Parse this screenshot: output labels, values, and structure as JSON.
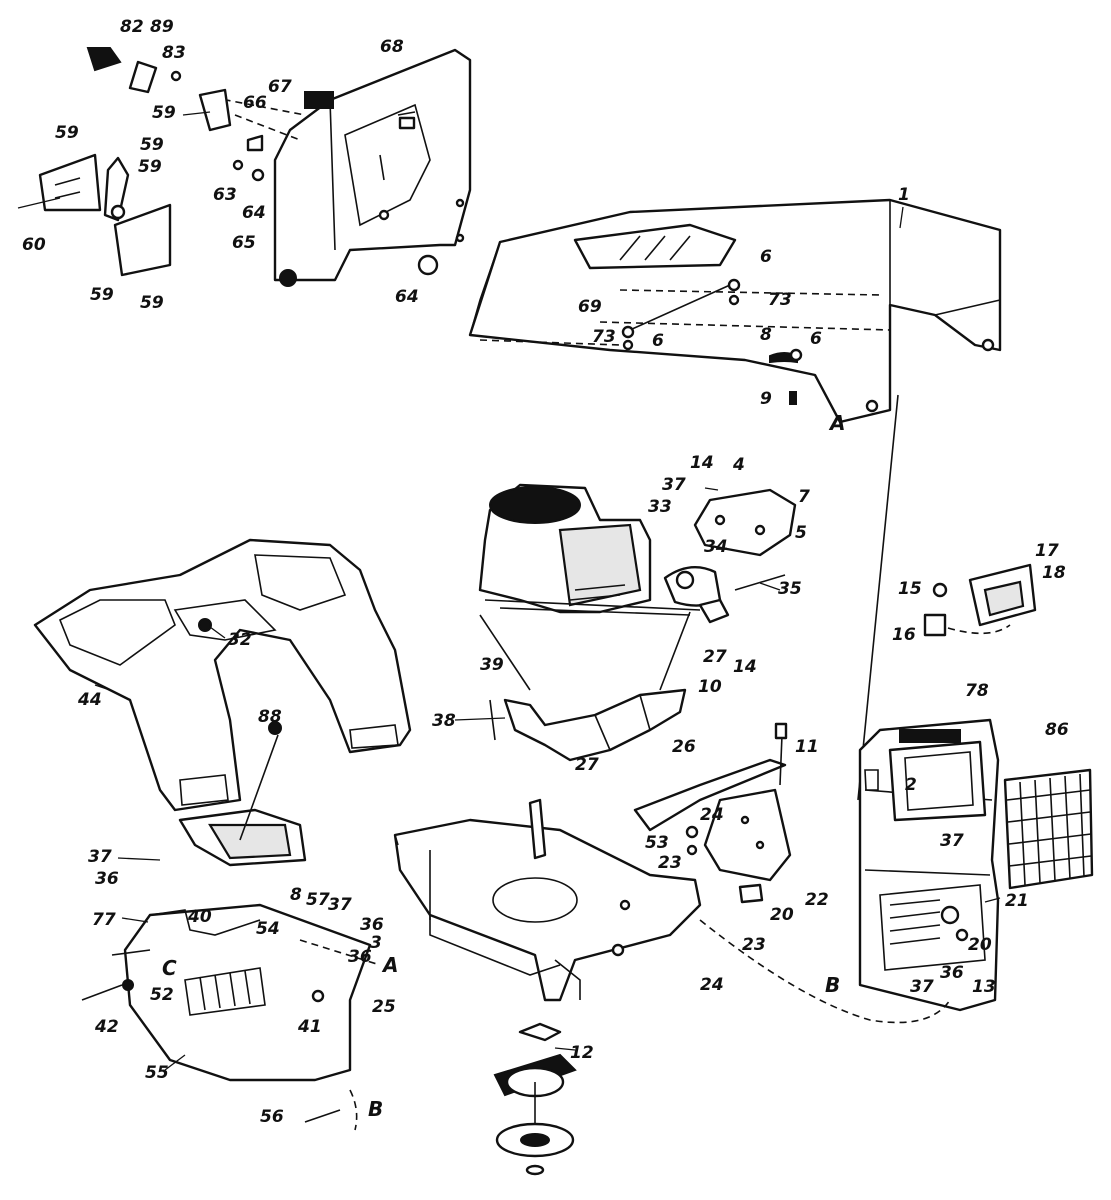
{
  "diagram": {
    "callouts": [
      "82",
      "89",
      "83",
      "68",
      "67",
      "66",
      "59",
      "63",
      "64",
      "65",
      "60",
      "1",
      "6",
      "73",
      "69",
      "8",
      "9",
      "14",
      "37",
      "4",
      "7",
      "5",
      "33",
      "34",
      "35",
      "27",
      "39",
      "10",
      "38",
      "26",
      "32",
      "44",
      "88",
      "36",
      "11",
      "17",
      "18",
      "15",
      "16",
      "78",
      "86",
      "2",
      "53",
      "24",
      "23",
      "22",
      "20",
      "21",
      "13",
      "77",
      "40",
      "57",
      "54",
      "3",
      "25",
      "42",
      "52",
      "41",
      "55",
      "56",
      "12"
    ],
    "reference_letters": [
      "A",
      "B",
      "C"
    ]
  }
}
